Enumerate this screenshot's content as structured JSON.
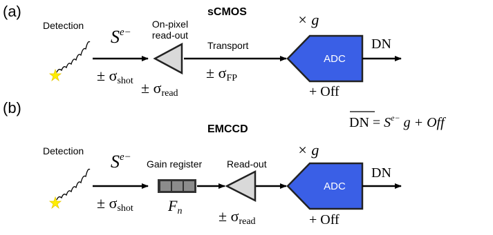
{
  "colors": {
    "adc_fill": "#3a5fe6",
    "triangle_fill": "#d9d9d9",
    "gain_cell_fill": "#8c8c8c",
    "photon_star": "#ffee00"
  },
  "panel_a": {
    "label": "(a)",
    "title": "sCMOS",
    "detection": "Detection",
    "readout_line1": "On-pixel",
    "readout_line2": "read-out",
    "signal": "S",
    "signal_sup": "e−",
    "shot_pm": "± σ",
    "shot_sub": "shot",
    "read_pm": "± σ",
    "read_sub": "read",
    "transport": "Transport",
    "fp_pm": "± σ",
    "fp_sub": "FP",
    "gain": "× g",
    "adc": "ADC",
    "offset": "+ Off",
    "output": "DN"
  },
  "panel_b": {
    "label": "(b)",
    "title": "EMCCD",
    "detection": "Detection",
    "signal": "S",
    "signal_sup": "e−",
    "shot_pm": "± σ",
    "shot_sub": "shot",
    "gain_register": "Gain register",
    "excess_noise": "F",
    "excess_noise_sub": "n",
    "readout": "Read-out",
    "read_pm": "± σ",
    "read_sub": "read",
    "gain": "× g",
    "adc": "ADC",
    "offset": "+ Off",
    "output": "DN"
  },
  "equation": {
    "lhs": "DN",
    "eq": " = ",
    "s": "S",
    "s_sup": "e−",
    "rest": " g + Off"
  }
}
